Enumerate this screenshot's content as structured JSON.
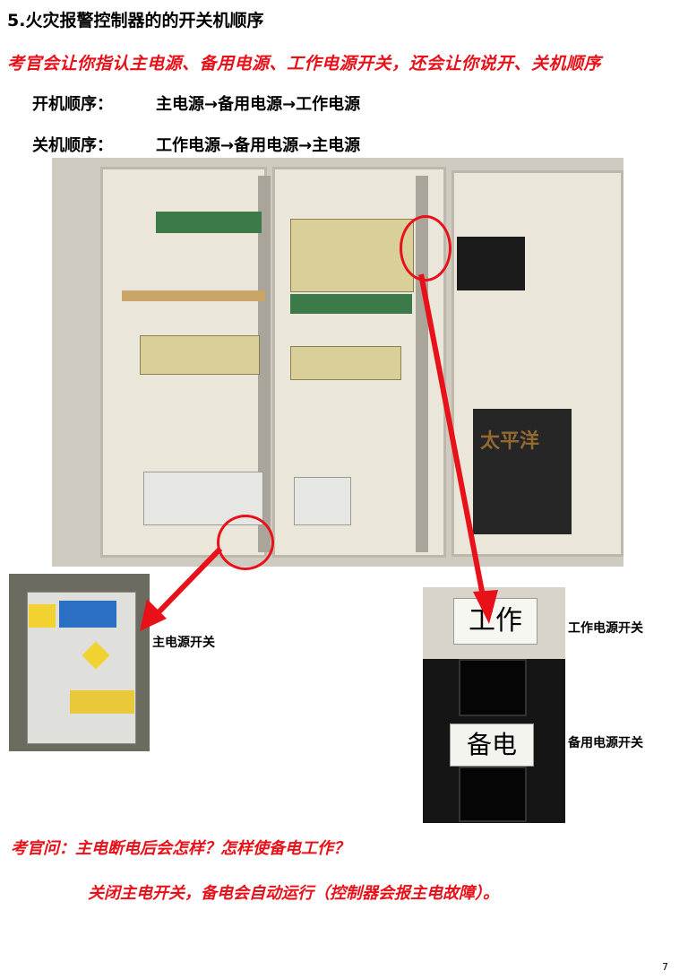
{
  "heading": "5.火灾报警控制器的的开关机顺序",
  "instruction": "考官会让你指认主电源、备用电源、工作电源开关，还会让你说开、关机顺序",
  "power_on": {
    "label": "开机顺序：",
    "sequence": "主电源→备用电源→工作电源"
  },
  "power_off": {
    "label": "关机顺序：",
    "sequence": "工作电源→备用电源→主电源"
  },
  "captions": {
    "main_switch": "主电源开关",
    "work_switch": "工作电源开关",
    "backup_switch": "备用电源开关"
  },
  "photo_labels": {
    "work_tag": "工作",
    "backup_tag": "备电",
    "watermark": "太平洋"
  },
  "question": "考官问：主电断电后会怎样？怎样使备电工作？",
  "answer": "关闭主电开关，备电会自动运行（控制器会报主电故障）。",
  "page_number": "7",
  "colors": {
    "accent_red": "#e8111a"
  }
}
